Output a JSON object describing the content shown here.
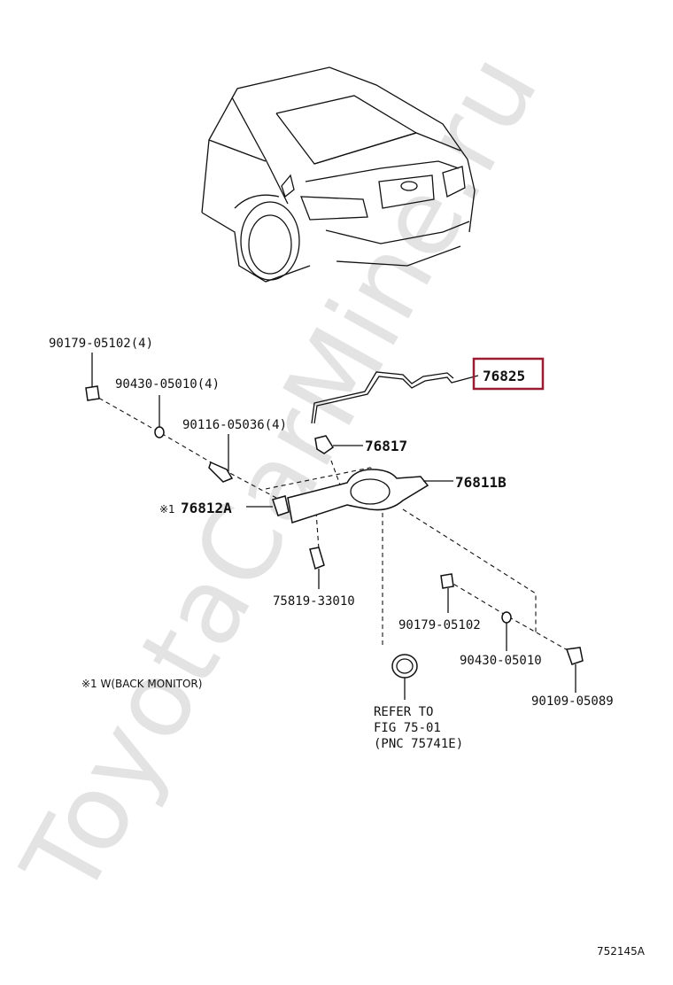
{
  "watermark": "ToyotaCarMine.ru",
  "labels": {
    "p1": "90179-05102(4)",
    "p2": "90430-05010(4)",
    "p3": "90116-05036(4)",
    "p4": "76812A",
    "p4_mark": "※1",
    "p5": "76825",
    "p6": "76817",
    "p7": "76811B",
    "p8": "75819-33010",
    "p9": "90179-05102",
    "p10": "90430-05010",
    "p11": "90109-05089"
  },
  "note": "※1 W(BACK MONITOR)",
  "refer": {
    "line1": "REFER TO",
    "line2": "FIG 75-01",
    "line3": "(PNC 75741E)"
  },
  "figure_code": "752145A",
  "colors": {
    "highlight": "#9b1b30",
    "ink": "#111111",
    "watermark": "#e3e3e3"
  }
}
